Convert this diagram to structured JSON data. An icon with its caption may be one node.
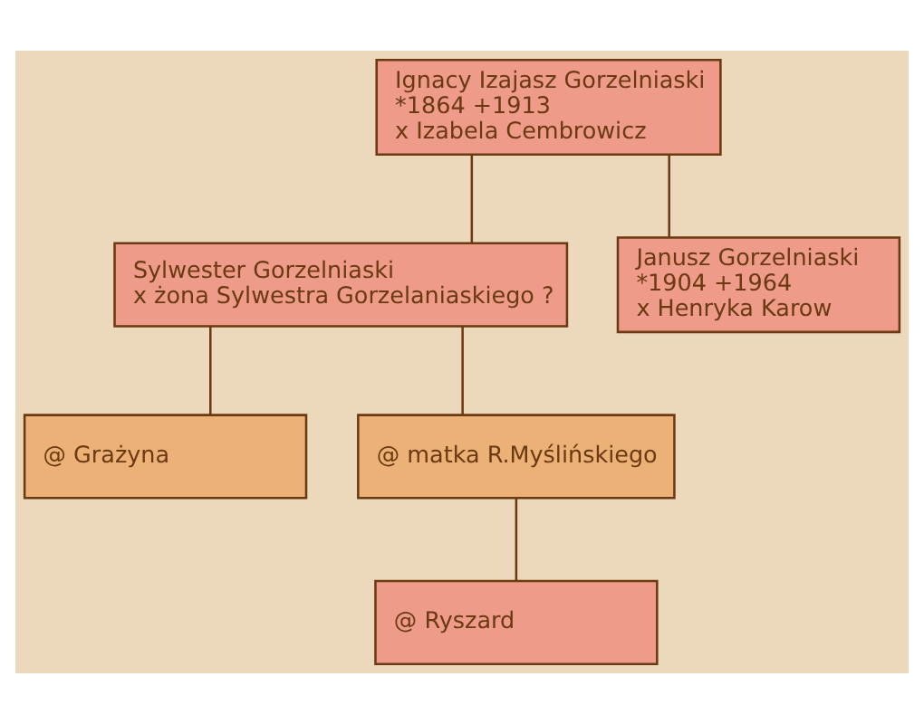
{
  "diagram": {
    "nodes": [
      {
        "text": [
          "Ignacy Izajasz Gorzelniaski",
          "*1864 +1913",
          "x Izabela Cembrowicz"
        ]
      },
      {
        "text": [
          "Sylwester Gorzelniaski",
          "x żona Sylwestra Gorzelaniaskiego ?"
        ]
      },
      {
        "text": [
          "Janusz Gorzelniaski",
          "*1904 +1964",
          "x Henryka Karow"
        ]
      },
      {
        "text": [
          "@ Grażyna"
        ]
      },
      {
        "text": [
          "@ matka R.Myślińskiego"
        ]
      },
      {
        "text": [
          "@ Ryszard"
        ]
      }
    ],
    "edges": [
      {
        "from": 0,
        "to": 1,
        "arrow": "none"
      },
      {
        "from": 0,
        "to": 2,
        "arrow": "none"
      },
      {
        "from": 1,
        "to": 3,
        "arrow": "none"
      },
      {
        "from": 1,
        "to": 4,
        "arrow": "none"
      },
      {
        "from": 4,
        "to": 5,
        "arrow": "none"
      }
    ]
  }
}
